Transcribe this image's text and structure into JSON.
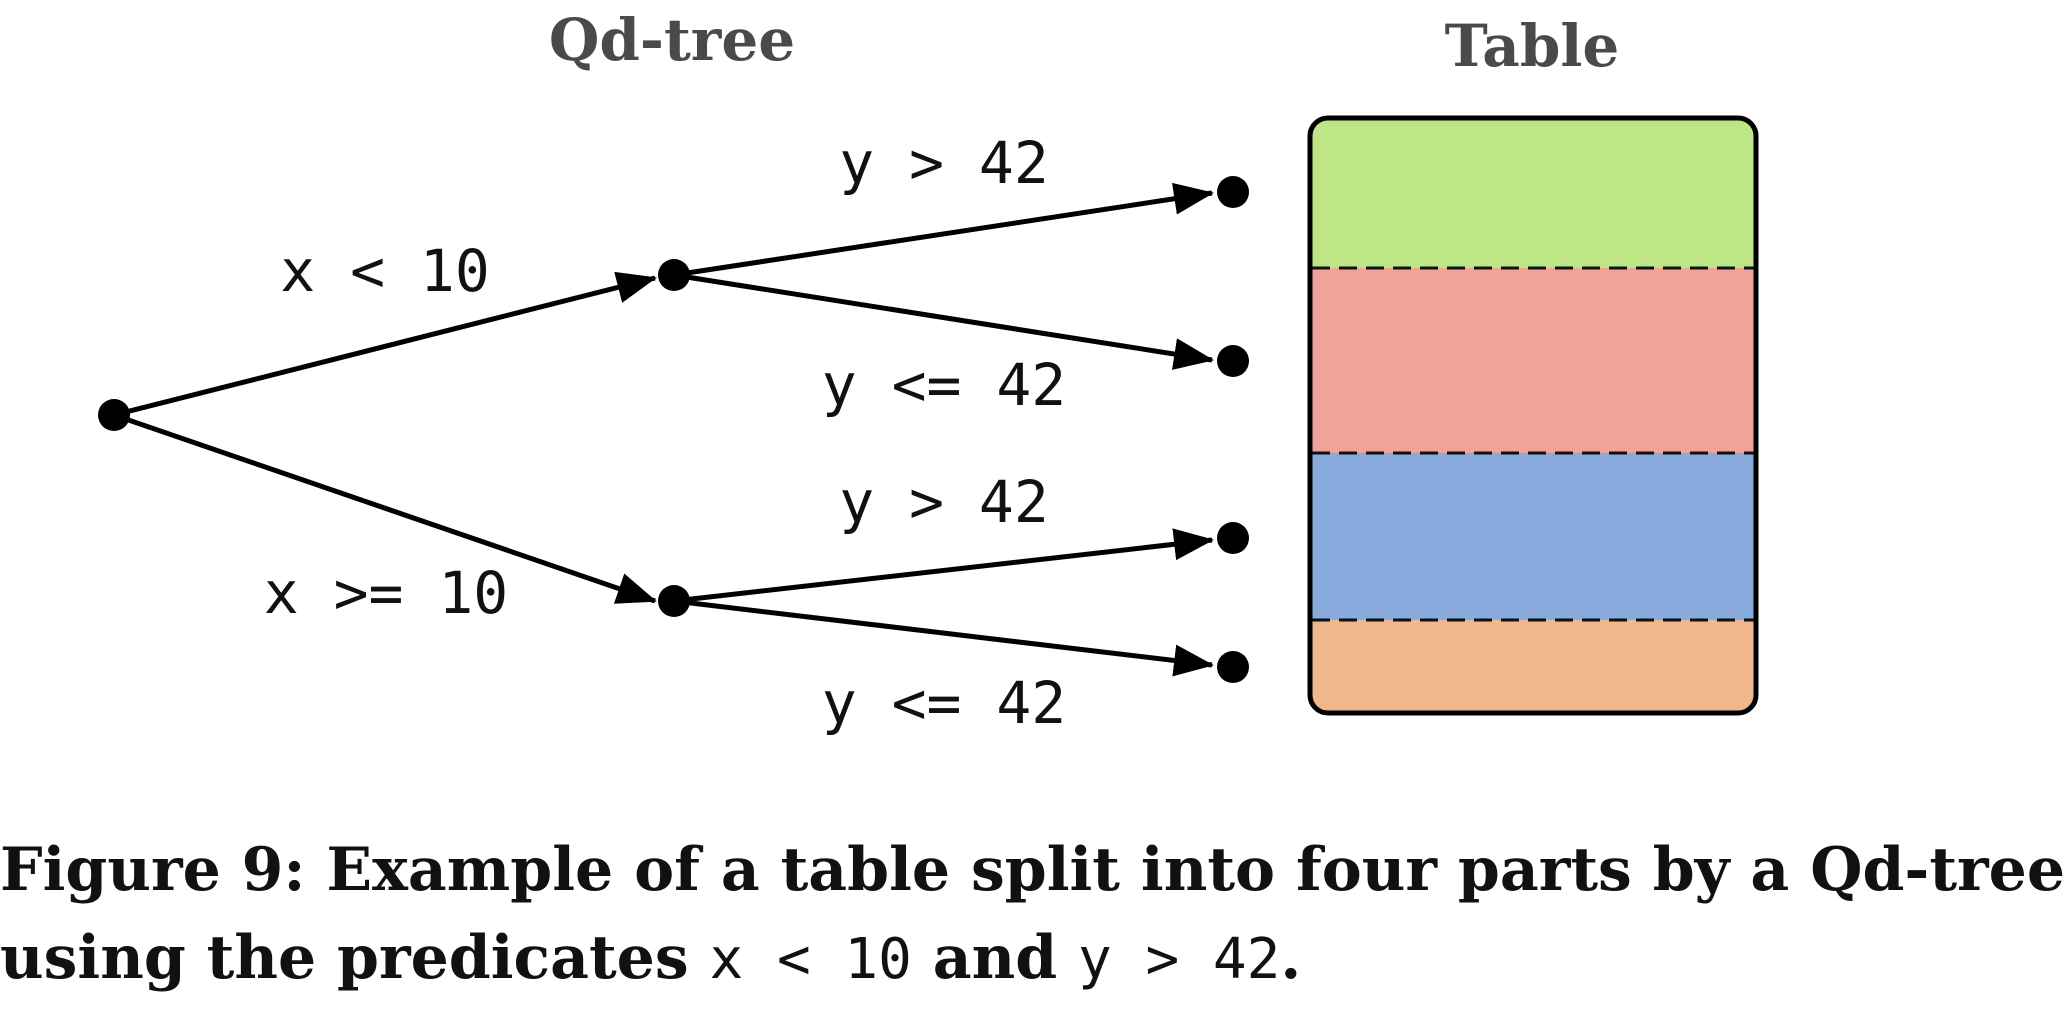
{
  "headers": {
    "tree": "Qd-tree",
    "table": "Table"
  },
  "edges": {
    "root_upper": "x < 10",
    "root_lower": "x >= 10",
    "upper_upper": "y > 42",
    "upper_lower": "y <= 42",
    "lower_upper": "y > 42",
    "lower_lower": "y <= 42"
  },
  "partitions": [
    {
      "color": "#bfe686"
    },
    {
      "color": "#f0a398"
    },
    {
      "color": "#88aadd"
    },
    {
      "color": "#f0b78d"
    }
  ],
  "caption": {
    "line1": "Figure 9: Example of a table split into four parts by a Qd-tree",
    "line2_pre": "using the predicates ",
    "pred1": "x < 10",
    "line2_mid": " and ",
    "pred2": "y > 42",
    "line2_end": "."
  }
}
